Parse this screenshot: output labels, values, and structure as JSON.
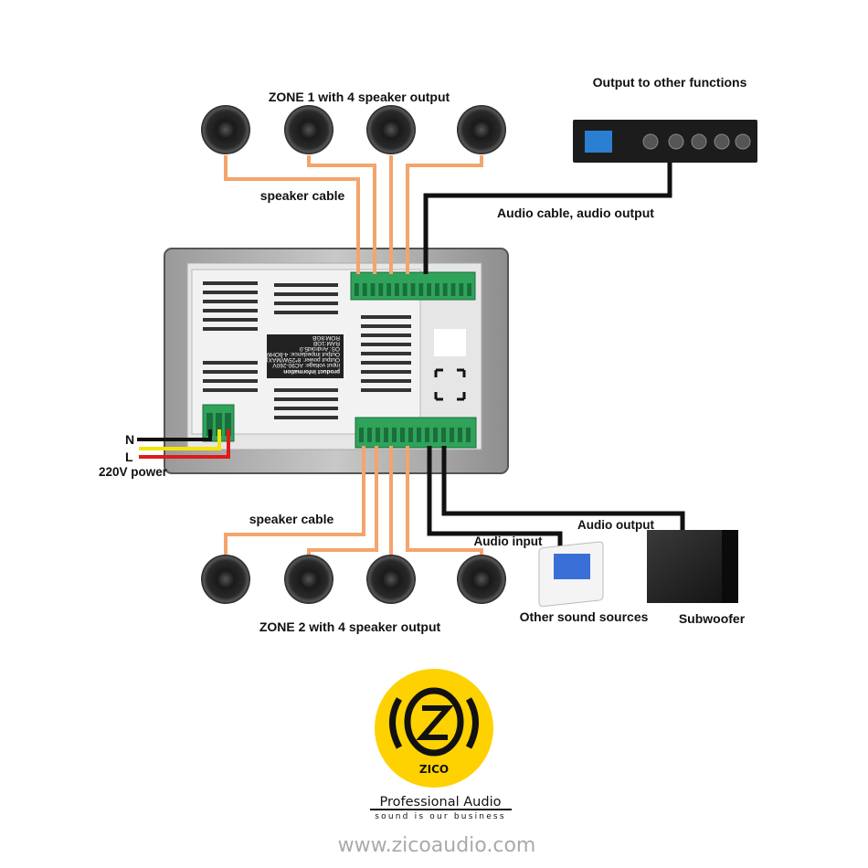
{
  "labels": {
    "zone1": "ZONE 1 with 4 speaker output",
    "zone2": "ZONE 2 with 4 speaker output",
    "output_other": "Output to other functions",
    "speaker_cable_top": "speaker cable",
    "speaker_cable_bottom": "speaker cable",
    "audio_cable_output": "Audio cable, audio output",
    "neutral": "N",
    "live": "L",
    "power": "220V power",
    "audio_input": "Audio input",
    "audio_output": "Audio output",
    "other_sources": "Other sound sources",
    "subwoofer": "Subwoofer"
  },
  "product_label": {
    "title": "product information",
    "lines": [
      "input voltage: AC90-260V",
      "Output power: 8*25W(MAX)",
      "Output impedance: 4-8OHM",
      "OS: Android5.0",
      "RAM:1GB",
      "ROM:8GB"
    ]
  },
  "logo": {
    "brand": "ZICO",
    "tagline": "Professional Audio",
    "slogan": "sound is our business",
    "website": "www.zicoaudio.com"
  },
  "colors": {
    "speaker_cable": "#f4a46c",
    "audio_cable": "#111111",
    "terminal": "#2fa35a",
    "neutral_wire": "#111111",
    "live_wire_yellow": "#f5e400",
    "live_wire_red": "#e01a1a",
    "logo_yellow": "#fed100"
  }
}
